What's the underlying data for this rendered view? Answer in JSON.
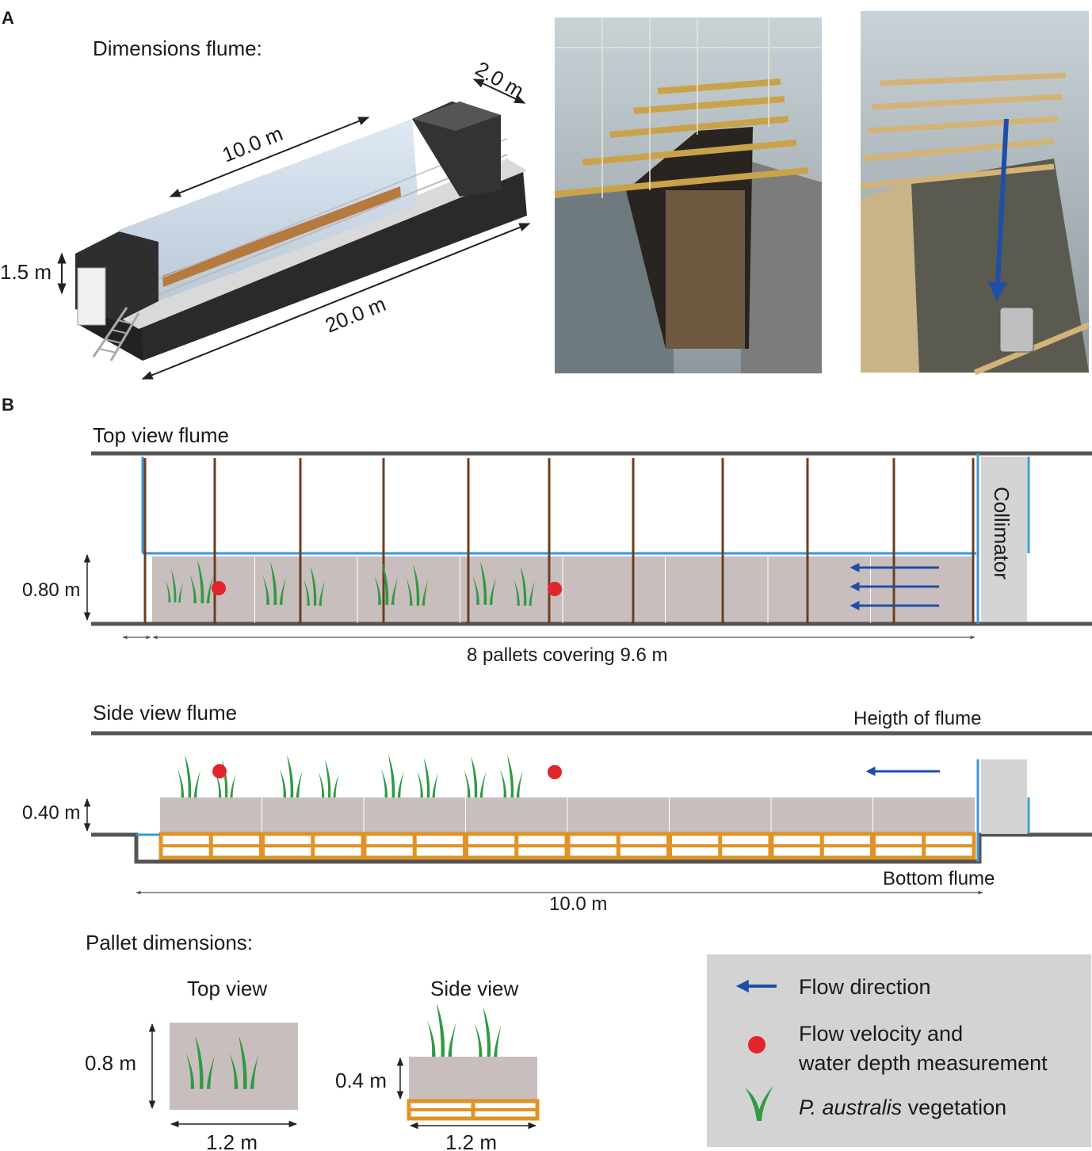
{
  "panel_a": {
    "letter": "A",
    "title": "Dimensions flume:",
    "dims": {
      "width": "2.0 m",
      "inner_length": "10.0 m",
      "height": "1.5 m",
      "length": "20.0 m"
    }
  },
  "panel_b": {
    "letter": "B",
    "top_view": {
      "title": "Top view flume",
      "width_label": "0.80 m",
      "pallets_label": "8 pallets covering 9.6 m",
      "collimator_label": "Collimator"
    },
    "side_view": {
      "title": "Side view flume",
      "height_label": "Heigth of flume",
      "bottom_label": "Bottom flume",
      "depth_label": "0.40 m",
      "length_label": "10.0 m"
    },
    "pallet_dims": {
      "title": "Pallet dimensions:",
      "top_view": {
        "title": "Top view",
        "height": "0.8 m",
        "width": "1.2 m"
      },
      "side_view": {
        "title": "Side view",
        "height": "0.4 m",
        "width": "1.2 m"
      }
    },
    "legend": {
      "flow_direction": "Flow direction",
      "measurement_line1": "Flow velocity and",
      "measurement_line2": "water depth measurement",
      "vegetation_italic": "P. australis",
      "vegetation_rest": " vegetation"
    }
  },
  "colors": {
    "flume_wall": "#555555",
    "water_edge": "#3a98d6",
    "post": "#6b3e1f",
    "pallet_fill": "#c9bebe",
    "pallet_wood": "#e09325",
    "arrow": "#1f4ea8",
    "measurement": "#e0252b",
    "vegetation": "#2f9a41",
    "collimator": "#d4d4d4",
    "legend_bg": "#d3d3d3"
  }
}
